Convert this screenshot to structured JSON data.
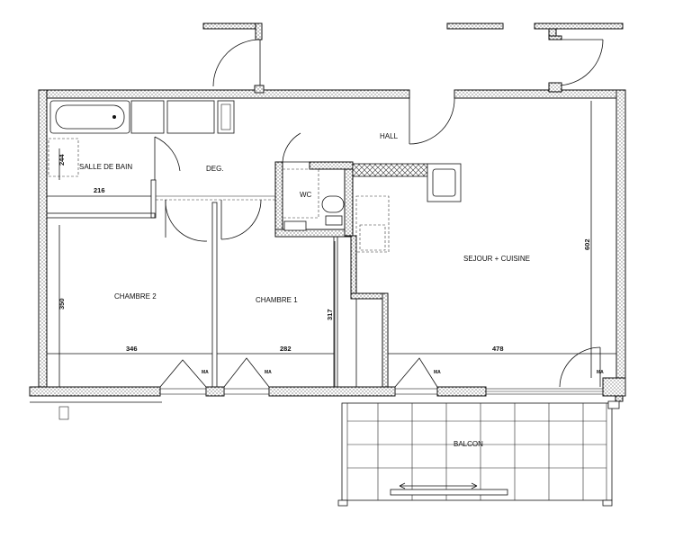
{
  "rooms": {
    "salle_de_bain": "SALLE DE BAIN",
    "deg": "DEG.",
    "hall": "HALL",
    "wc": "WC",
    "sejour_cuisine": "SEJOUR + CUISINE",
    "chambre_2": "CHAMBRE 2",
    "chambre_1": "CHAMBRE 1",
    "balcon": "BALCON"
  },
  "dimensions": {
    "d216": "216",
    "d244": "244",
    "d350": "350",
    "d317": "317",
    "d602": "602",
    "d346": "346",
    "d282": "282",
    "d478": "478"
  },
  "window_tags": [
    "MA",
    "MA",
    "MA",
    "MA"
  ]
}
